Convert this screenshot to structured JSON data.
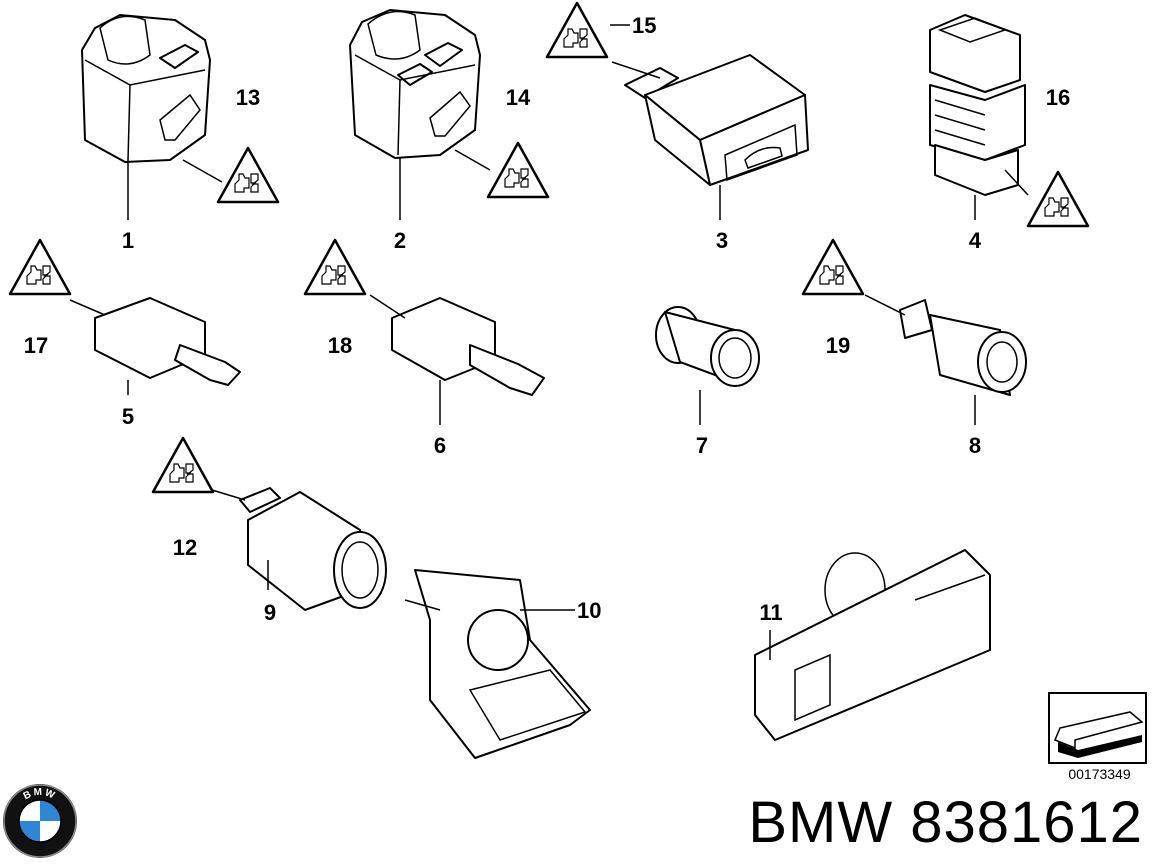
{
  "callouts": [
    {
      "id": "1",
      "label": "1"
    },
    {
      "id": "2",
      "label": "2"
    },
    {
      "id": "3",
      "label": "3"
    },
    {
      "id": "4",
      "label": "4"
    },
    {
      "id": "5",
      "label": "5"
    },
    {
      "id": "6",
      "label": "6"
    },
    {
      "id": "7",
      "label": "7"
    },
    {
      "id": "8",
      "label": "8"
    },
    {
      "id": "9",
      "label": "9"
    },
    {
      "id": "10",
      "label": "10"
    },
    {
      "id": "11",
      "label": "11"
    },
    {
      "id": "12",
      "label": "12"
    },
    {
      "id": "13",
      "label": "13"
    },
    {
      "id": "14",
      "label": "14"
    },
    {
      "id": "15",
      "label": "15"
    },
    {
      "id": "16",
      "label": "16"
    },
    {
      "id": "17",
      "label": "17"
    },
    {
      "id": "18",
      "label": "18"
    },
    {
      "id": "19",
      "label": "19"
    }
  ],
  "diagram_code": "00173349",
  "brand": {
    "text": "BMW 8381612",
    "logo_letters": "BMW"
  }
}
